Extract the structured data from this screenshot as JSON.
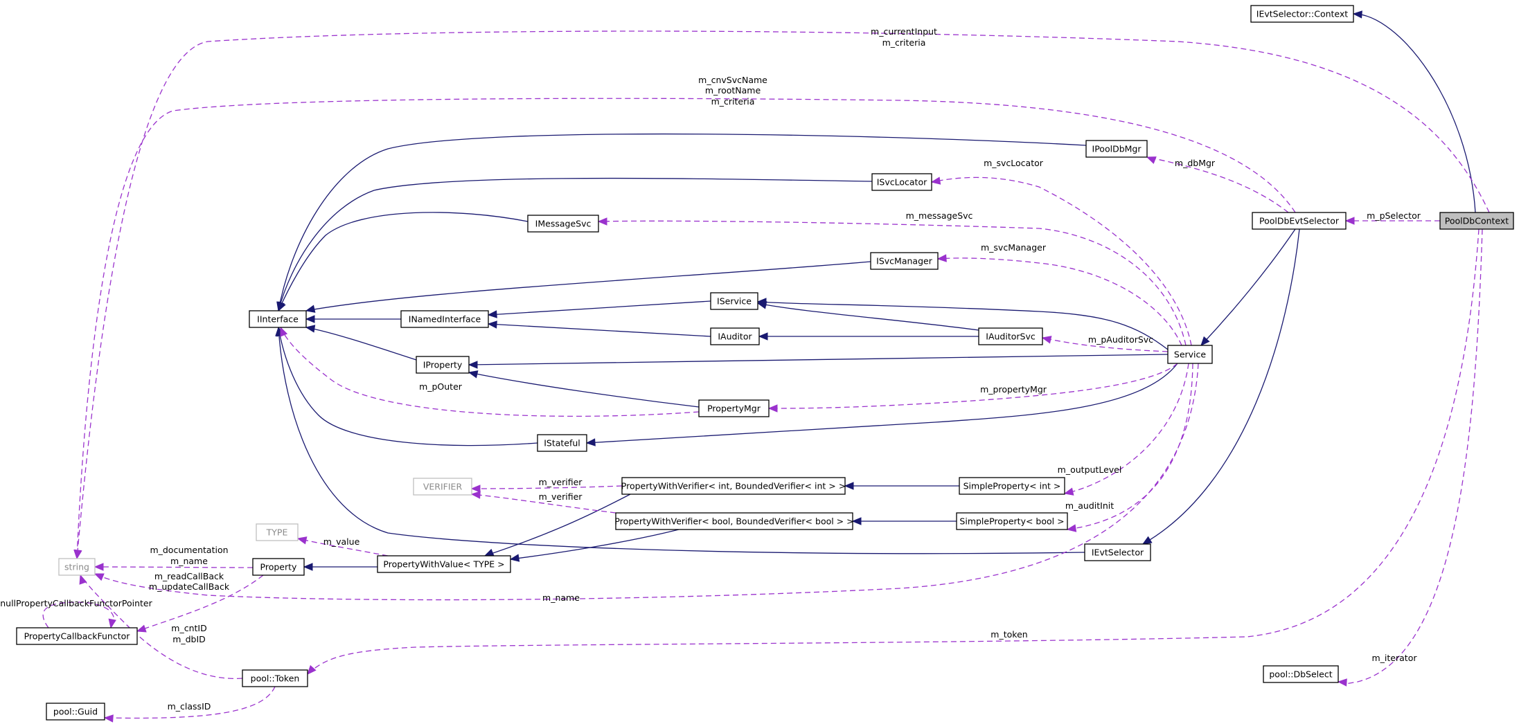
{
  "diagram": {
    "focus_node": "PoolDbContext",
    "colors": {
      "inheritance": "#191970",
      "usage": "#9a32cd",
      "focus_fill": "#bfbfbf",
      "external_border": "#bfbfbf"
    },
    "nodes": [
      {
        "id": "IEvtSelectorContext",
        "label": "IEvtSelector::Context"
      },
      {
        "id": "PoolDbContext",
        "label": "PoolDbContext"
      },
      {
        "id": "PoolDbEvtSelector",
        "label": "PoolDbEvtSelector"
      },
      {
        "id": "IPoolDbMgr",
        "label": "IPoolDbMgr"
      },
      {
        "id": "ISvcLocator",
        "label": "ISvcLocator"
      },
      {
        "id": "IMessageSvc",
        "label": "IMessageSvc"
      },
      {
        "id": "ISvcManager",
        "label": "ISvcManager"
      },
      {
        "id": "IInterface",
        "label": "IInterface"
      },
      {
        "id": "INamedInterface",
        "label": "INamedInterface"
      },
      {
        "id": "IService",
        "label": "IService"
      },
      {
        "id": "IAuditor",
        "label": "IAuditor"
      },
      {
        "id": "IAuditorSvc",
        "label": "IAuditorSvc"
      },
      {
        "id": "Service",
        "label": "Service"
      },
      {
        "id": "IProperty",
        "label": "IProperty"
      },
      {
        "id": "PropertyMgr",
        "label": "PropertyMgr"
      },
      {
        "id": "IStateful",
        "label": "IStateful"
      },
      {
        "id": "VERIFIER",
        "label": "VERIFIER"
      },
      {
        "id": "PVint",
        "label": "PropertyWithVerifier< int, BoundedVerifier< int > >"
      },
      {
        "id": "SPint",
        "label": "SimpleProperty< int >"
      },
      {
        "id": "PVbool",
        "label": "PropertyWithVerifier< bool, BoundedVerifier< bool > >"
      },
      {
        "id": "SPbool",
        "label": "SimpleProperty< bool >"
      },
      {
        "id": "TYPE",
        "label": "TYPE"
      },
      {
        "id": "string",
        "label": "string"
      },
      {
        "id": "Property",
        "label": "Property"
      },
      {
        "id": "PWV",
        "label": "PropertyWithValue< TYPE >"
      },
      {
        "id": "IEvtSelector",
        "label": "IEvtSelector"
      },
      {
        "id": "PCF",
        "label": "PropertyCallbackFunctor"
      },
      {
        "id": "Token",
        "label": "pool::Token"
      },
      {
        "id": "Guid",
        "label": "pool::Guid"
      },
      {
        "id": "DbSelect",
        "label": "pool::DbSelect"
      }
    ],
    "labels": [
      {
        "id": "currentInput",
        "text": "m_currentInput"
      },
      {
        "id": "criteria1",
        "text": "m_criteria"
      },
      {
        "id": "cnvSvcName",
        "text": "m_cnvSvcName"
      },
      {
        "id": "rootName",
        "text": "m_rootName"
      },
      {
        "id": "criteria2",
        "text": "m_criteria"
      },
      {
        "id": "dbMgr",
        "text": "m_dbMgr"
      },
      {
        "id": "svcLocator",
        "text": "m_svcLocator"
      },
      {
        "id": "pSelector",
        "text": "m_pSelector"
      },
      {
        "id": "messageSvc",
        "text": "m_messageSvc"
      },
      {
        "id": "svcManager",
        "text": "m_svcManager"
      },
      {
        "id": "pAuditorSvc",
        "text": "m_pAuditorSvc"
      },
      {
        "id": "pOuter",
        "text": "m_pOuter"
      },
      {
        "id": "propertyMgr",
        "text": "m_propertyMgr"
      },
      {
        "id": "outputLevel",
        "text": "m_outputLevel"
      },
      {
        "id": "verifier1",
        "text": "m_verifier"
      },
      {
        "id": "verifier2",
        "text": "m_verifier"
      },
      {
        "id": "auditInit",
        "text": "m_auditInit"
      },
      {
        "id": "value",
        "text": "m_value"
      },
      {
        "id": "documentation",
        "text": "m_documentation"
      },
      {
        "id": "name1",
        "text": "m_name"
      },
      {
        "id": "readCallBack",
        "text": "m_readCallBack"
      },
      {
        "id": "updateCallBack",
        "text": "m_updateCallBack"
      },
      {
        "id": "nullPCFP",
        "text": "nullPropertyCallbackFunctorPointer"
      },
      {
        "id": "name2",
        "text": "m_name"
      },
      {
        "id": "token",
        "text": "m_token"
      },
      {
        "id": "cntID",
        "text": "m_cntID"
      },
      {
        "id": "dbID",
        "text": "m_dbID"
      },
      {
        "id": "iterator",
        "text": "m_iterator"
      },
      {
        "id": "classID",
        "text": "m_classID"
      }
    ]
  }
}
